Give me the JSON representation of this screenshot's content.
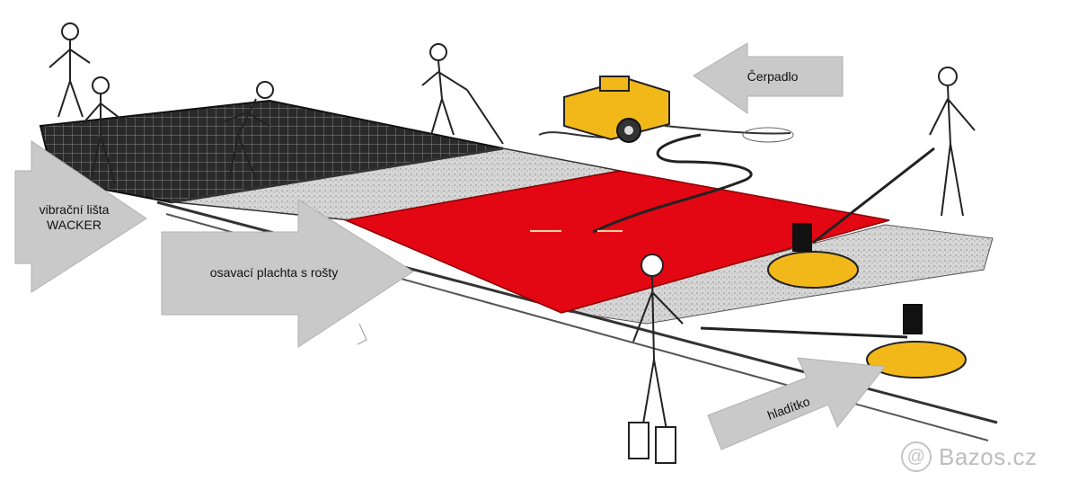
{
  "labels": {
    "pump": "Čerpadlo",
    "screed_line1": "vibrační lišta",
    "screed_line2": "WACKER",
    "vacuum_mat": "osavací plachta s rošty",
    "trowel": "hladítko"
  },
  "watermark": {
    "text": "Bazos.cz",
    "symbol": "@"
  },
  "colors": {
    "mat_red": "#e30613",
    "arrow_gray": "#c9c9c9",
    "machine_yellow": "#f2b81a",
    "concrete_dark": "#1a1a1a",
    "concrete_gray": "#cfcfcf"
  }
}
